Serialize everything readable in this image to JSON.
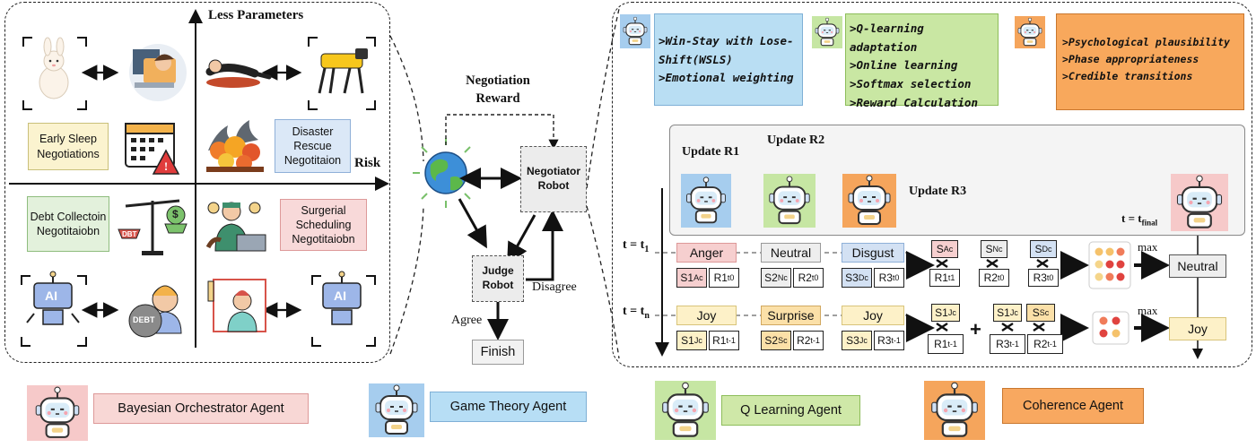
{
  "left_panel": {
    "axis_y_label": "Less Parameters",
    "axis_x_label": "Risk",
    "scenarios": [
      {
        "label": "Early Sleep Negotiations",
        "color": "#fbf3cf"
      },
      {
        "label": "Disaster Rescue Negotitaion",
        "color": "#dbe8f7"
      },
      {
        "label": "Debt Collectoin Negotitaiobn",
        "color": "#e3f1dc"
      },
      {
        "label": "Surgerial Scheduling Negotitaiobn",
        "color": "#f8d9d9"
      }
    ],
    "icon_labels": {
      "ai_left": "AI",
      "ai_right": "AI",
      "debt_ball": "DEBT",
      "debt_scale": "DBT",
      "dollar": "$"
    }
  },
  "middle": {
    "reward_title": "Negotiation Reward",
    "negotiator": "Negotiator Robot",
    "judge": "Judge Robot",
    "agree": "Agree",
    "disagree": "Disagree",
    "finish": "Finish"
  },
  "right_panel": {
    "game_theory_points": [
      ">Win-Stay with Lose-Shift(WSLS)",
      ">Emotional weighting"
    ],
    "q_learning_points": [
      ">Q-learning adaptation",
      ">Online learning",
      ">Softmax selection",
      ">Reward Calculation"
    ],
    "coherence_points": [
      ">Psychological plausibility",
      ">Phase appropriateness",
      ">Credible transitions"
    ],
    "update_r1": "Update R1",
    "update_r2": "Update R2",
    "update_r3": "Update R3",
    "t_final": "t = t",
    "t_final_sub": "final",
    "t1_label": "t = t",
    "t1_sub": "1",
    "tn_label": "t = t",
    "tn_sub": "n",
    "max1": "max",
    "max2": "max",
    "row1": {
      "emotions": [
        "Anger",
        "Neutral",
        "Disgust"
      ],
      "s_vals": [
        "S1",
        "S2",
        "S3"
      ],
      "s_subs": [
        "Ac",
        "Nc",
        "Dc"
      ],
      "r_vals": [
        "R1",
        "R2",
        "R3"
      ],
      "r_subs": [
        "t0",
        "t0",
        "t0"
      ],
      "top_s": [
        "S",
        "S",
        "S"
      ],
      "top_subs": [
        "Ac",
        "Nc",
        "Dc"
      ],
      "bot_r": [
        "R1",
        "R2",
        "R3"
      ],
      "bot_subs": [
        "t1",
        "t0",
        "t0"
      ],
      "result": "Neutral"
    },
    "row2": {
      "emotions": [
        "Joy",
        "Surprise",
        "Joy"
      ],
      "s_vals": [
        "S1",
        "S2",
        "S3"
      ],
      "s_subs": [
        "Jc",
        "Sc",
        "Jc"
      ],
      "r_vals": [
        "R1",
        "R2",
        "R3"
      ],
      "r_subs": [
        "t-1",
        "t-1",
        "t-1"
      ],
      "top_s": [
        "S1",
        "S1",
        "S"
      ],
      "top_subs": [
        "Jc",
        "Jc",
        "Sc"
      ],
      "bot_r": [
        "R1",
        "R3",
        "R2"
      ],
      "bot_subs": [
        "t-1",
        "t-1",
        "t-1"
      ],
      "plus": "+",
      "result": "Joy"
    }
  },
  "legend": [
    {
      "label": "Bayesian Orchestrator Agent",
      "color": "#f8d7d5",
      "icon_bg": "#f6c9c9"
    },
    {
      "label": "Game Theory Agent",
      "color": "#b7def5",
      "icon_bg": "#a6cdee"
    },
    {
      "label": "Q Learning Agent",
      "color": "#cfe8a8",
      "icon_bg": "#c6e6a3"
    },
    {
      "label": "Coherence Agent",
      "color": "#f8a860",
      "icon_bg": "#f5a55c"
    }
  ],
  "colors": {
    "anger": "#f6cfcf",
    "neutral": "#eeeeee",
    "disgust": "#d3e1f3",
    "joy": "#fdf1c8",
    "surprise": "#fbe0a8",
    "gt_box": "#b9def3",
    "ql_box": "#c9e7a3",
    "co_box": "#f8a85c"
  }
}
